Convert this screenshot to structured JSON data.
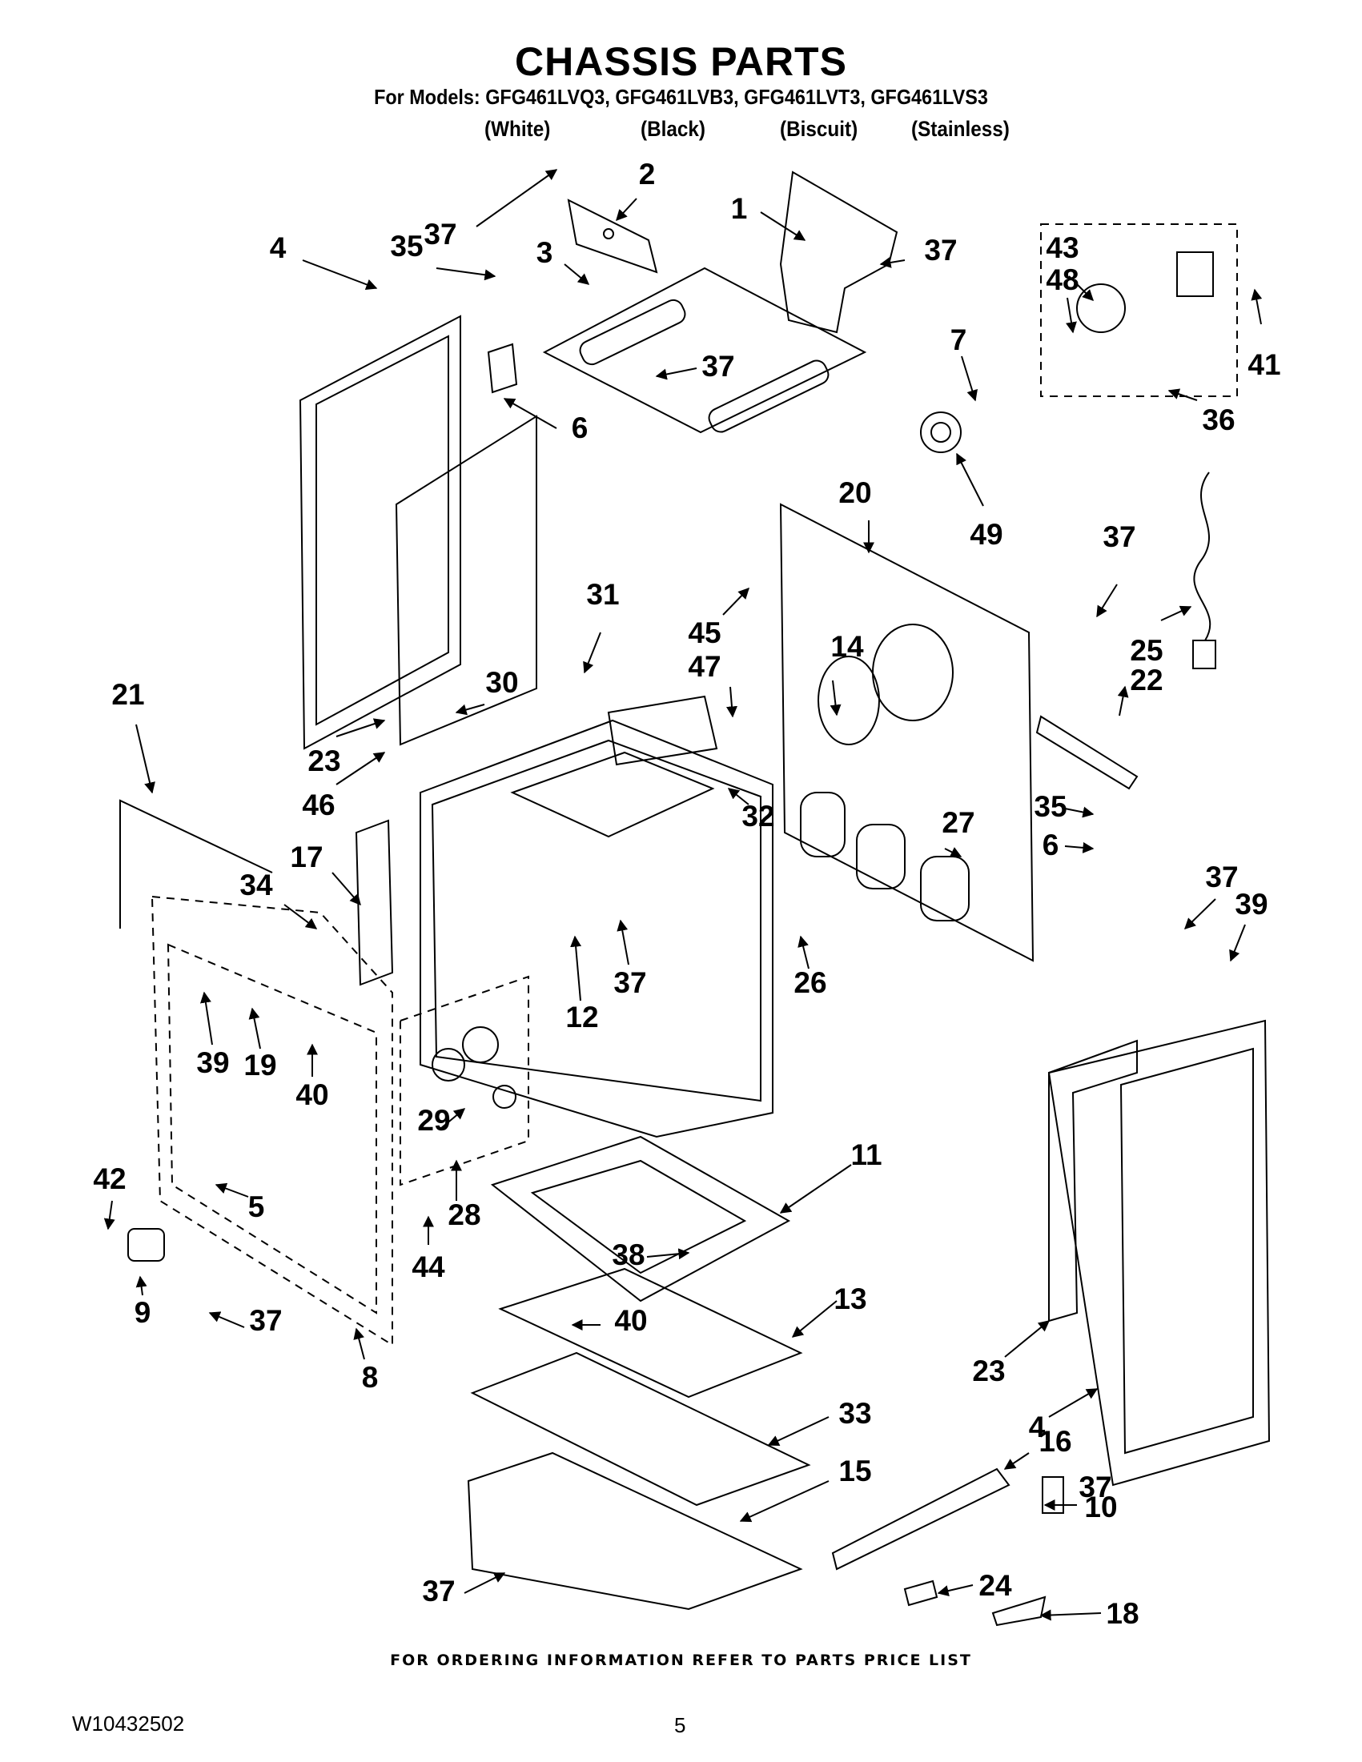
{
  "header": {
    "title": "CHASSIS PARTS",
    "models": "For Models: GFG461LVQ3, GFG461LVB3, GFG461LVT3, GFG461LVS3",
    "colors": [
      "(White)",
      "(Black)",
      "(Biscuit)",
      "(Stainless)"
    ]
  },
  "callouts": [
    "37",
    "2",
    "1",
    "35",
    "4",
    "3",
    "37",
    "37",
    "43",
    "48",
    "41",
    "7",
    "6",
    "36",
    "49",
    "20",
    "37",
    "31",
    "45",
    "47",
    "14",
    "25",
    "22",
    "21",
    "30",
    "23",
    "46",
    "32",
    "27",
    "35",
    "6",
    "17",
    "34",
    "37",
    "39",
    "12",
    "26",
    "37",
    "39",
    "19",
    "40",
    "29",
    "11",
    "42",
    "5",
    "28",
    "38",
    "40",
    "13",
    "9",
    "37",
    "44",
    "8",
    "23",
    "4",
    "33",
    "16",
    "15",
    "37",
    "10",
    "37",
    "24",
    "18"
  ],
  "footer": {
    "ordering_note": "FOR ORDERING INFORMATION REFER TO PARTS PRICE LIST",
    "doc_number": "W10432502",
    "page_number": "5"
  }
}
